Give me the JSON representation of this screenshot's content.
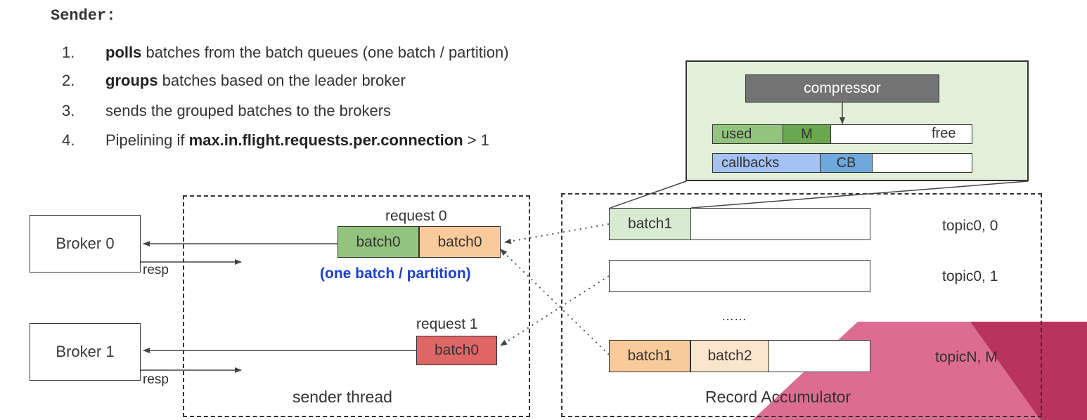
{
  "heading": "Sender:",
  "steps": [
    {
      "num": "1.",
      "bold": "polls",
      "text": " batches from the batch queues (one batch / partition)"
    },
    {
      "num": "2.",
      "bold": "groups",
      "text": " batches based on the leader broker"
    },
    {
      "num": "3.",
      "text": "sends the grouped batches to the brokers"
    },
    {
      "num": "4.",
      "text": "Pipelining if ",
      "bold": "max.in.flight.requests.per.connection",
      "tail": " > 1"
    }
  ],
  "brokers": [
    {
      "label": "Broker 0",
      "resp": "resp"
    },
    {
      "label": "Broker 1",
      "resp": "resp"
    }
  ],
  "sender_thread": {
    "label": "sender thread",
    "request0": {
      "label": "request 0",
      "batches": [
        "batch0",
        "batch0"
      ]
    },
    "note": "(one batch / partition)",
    "request1": {
      "label": "request 1",
      "batches": [
        "batch0"
      ]
    }
  },
  "accumulator": {
    "label": "Record Accumulator",
    "rows": [
      {
        "batches": [
          "batch1"
        ],
        "topic": "topic0, 0"
      },
      {
        "batches": [],
        "topic": "topic0, 1"
      },
      {
        "batches": [
          "batch1",
          "batch2"
        ],
        "topic": "topicN, M"
      }
    ],
    "ellipsis": "……"
  },
  "detail": {
    "compressor": "compressor",
    "used": "used",
    "m": "M",
    "free": "free",
    "callbacks": "callbacks",
    "cb": "CB"
  },
  "colors": {
    "green": "#93c47d",
    "light_green": "#d9ead3",
    "panel_green": "#e2efd9",
    "orange": "#f9cb9c",
    "light_orange": "#fce5cd",
    "red": "#e06666",
    "blue": "#6fa8dc",
    "light_blue": "#a4c2f4",
    "gray": "#737373",
    "note_blue": "#1c3fd1",
    "accent": "#d94a7b"
  }
}
